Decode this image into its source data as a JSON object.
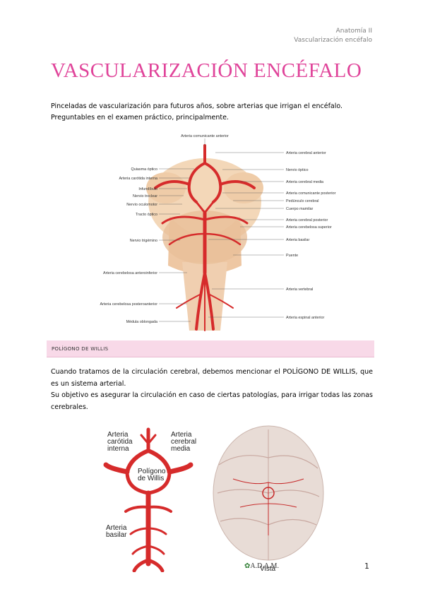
{
  "header": {
    "course": "Anatomía II",
    "topic": "Vascularización encéfalo"
  },
  "title": "VASCULARIZACIÓN ENCÉFALO",
  "intro": {
    "line1": "Pinceladas de vascularización para futuros años, sobre arterias que irrigan el encéfalo.",
    "line2": "Preguntables en el examen práctico, principalmente."
  },
  "figure1": {
    "top_label": "Arteria comunicante anterior",
    "left_labels": [
      "Quiasma óptico",
      "Arteria carótida interna",
      "Infundíbulo",
      "Nervio troclear",
      "Nervio oculomotor",
      "Tracto óptico",
      "Nervio trigémino",
      "Arteria cerebelosa anteroinferior",
      "Arteria cerebelosa posteroanterior",
      "Médula oblongada"
    ],
    "right_labels": [
      "Arteria cerebral anterior",
      "Nervio óptico",
      "Arteria cerebral media",
      "Arteria comunicante posterior",
      "Pedúnculo cerebral",
      "Cuerpo mamilar",
      "Arteria cerebral posterior",
      "Arteria cerebelosa superior",
      "Arteria basilar",
      "Puente",
      "Arteria vertebral",
      "Arteria espinal anterior"
    ]
  },
  "section": {
    "label": "POLÍGONO DE WILLIS"
  },
  "body": {
    "p1": "Cuando tratamos de la circulación cerebral, debemos mencionar el POLÍGONO DE WILLIS, que es un sistema arterial.",
    "p2": "Su objetivo es asegurar la circulación en caso de ciertas patologías, para irrigar todas las zonas cerebrales."
  },
  "figure2": {
    "label_carotid_1": "Arteria",
    "label_carotid_2": "carótida",
    "label_carotid_3": "interna",
    "label_middle_1": "Arteria",
    "label_middle_2": "cerebral",
    "label_middle_3": "media",
    "label_polygon_1": "Polígono",
    "label_polygon_2": "de Willis",
    "label_basilar_1": "Arteria",
    "label_basilar_2": "basilar",
    "label_view": "Vista"
  },
  "footer": {
    "logo": "A.D.A.M.",
    "page_number": "1"
  },
  "colors": {
    "title": "#e0449a",
    "band": "#f8d9e8",
    "artery": "#d62b2b"
  }
}
